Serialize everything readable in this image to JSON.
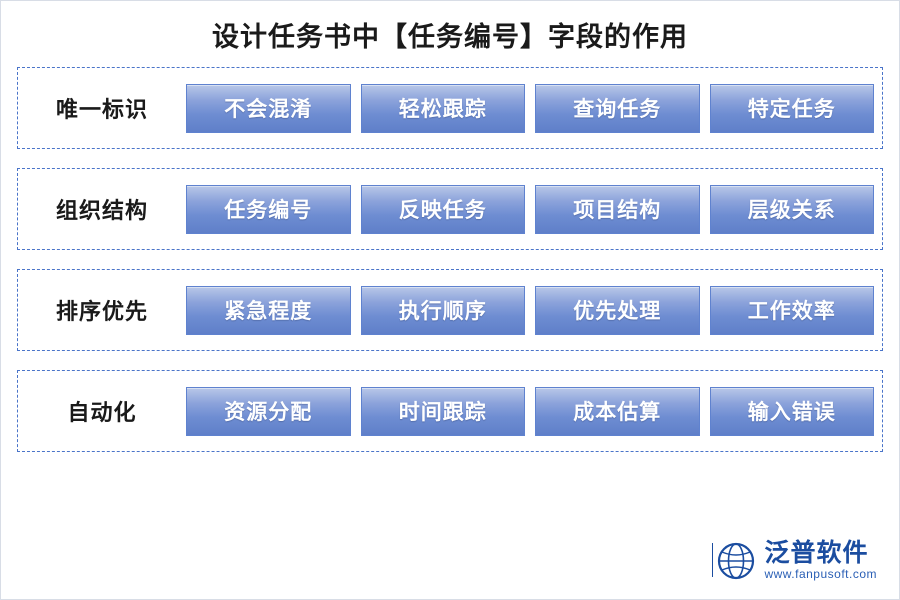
{
  "title": "设计任务书中【任务编号】字段的作用",
  "watermark": "泛普软件",
  "rows": [
    {
      "label": "唯一标识",
      "cells": [
        "不会混淆",
        "轻松跟踪",
        "查询任务",
        "特定任务"
      ]
    },
    {
      "label": "组织结构",
      "cells": [
        "任务编号",
        "反映任务",
        "项目结构",
        "层级关系"
      ]
    },
    {
      "label": "排序优先",
      "cells": [
        "紧急程度",
        "执行顺序",
        "优先处理",
        "工作效率"
      ]
    },
    {
      "label": "自动化",
      "cells": [
        "资源分配",
        "时间跟踪",
        "成本估算",
        "输入错误"
      ]
    }
  ],
  "logo": {
    "name": "泛普软件",
    "url": "www.fanpusoft.com"
  },
  "colors": {
    "cell_fill_top": "#b8c7e8",
    "cell_fill_bottom": "#5f7fc9",
    "row_border": "#4a74c9",
    "brand": "#1b4da0",
    "title_color": "#1a1a1a"
  }
}
